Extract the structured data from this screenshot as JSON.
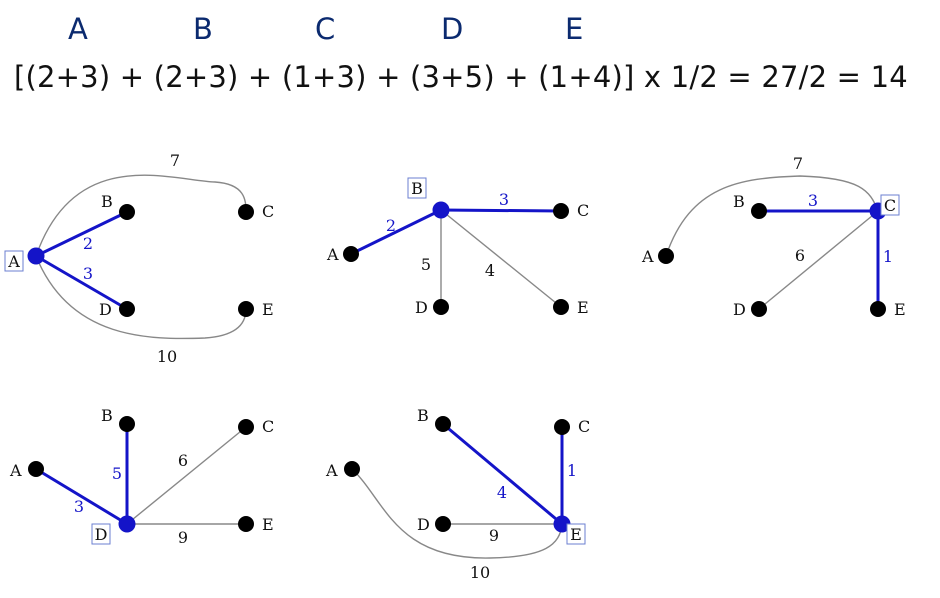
{
  "header": {
    "letters": [
      "A",
      "B",
      "C",
      "D",
      "E"
    ]
  },
  "formula": "[(2+3) + (2+3) + (1+3) + (3+5) + (1+4)] x 1/2 = 27/2 = 14",
  "colors": {
    "highlight": "#1414c8",
    "edge_gray": "#888888",
    "node": "#000000",
    "header_text": "#0b2a6f"
  },
  "graphs": [
    {
      "focus": "A",
      "nodes": [
        "A",
        "B",
        "C",
        "D",
        "E"
      ],
      "edges": [
        {
          "from": "A",
          "to": "B",
          "weight": "2",
          "highlight": true
        },
        {
          "from": "A",
          "to": "D",
          "weight": "3",
          "highlight": true
        },
        {
          "from": "A",
          "to": "C",
          "weight": "7",
          "highlight": false
        },
        {
          "from": "A",
          "to": "E",
          "weight": "10",
          "highlight": false
        }
      ]
    },
    {
      "focus": "B",
      "nodes": [
        "A",
        "B",
        "C",
        "D",
        "E"
      ],
      "edges": [
        {
          "from": "B",
          "to": "A",
          "weight": "2",
          "highlight": true
        },
        {
          "from": "B",
          "to": "C",
          "weight": "3",
          "highlight": true
        },
        {
          "from": "B",
          "to": "D",
          "weight": "5",
          "highlight": false
        },
        {
          "from": "B",
          "to": "E",
          "weight": "4",
          "highlight": false
        }
      ]
    },
    {
      "focus": "C",
      "nodes": [
        "A",
        "B",
        "C",
        "D",
        "E"
      ],
      "edges": [
        {
          "from": "C",
          "to": "B",
          "weight": "3",
          "highlight": true
        },
        {
          "from": "C",
          "to": "E",
          "weight": "1",
          "highlight": true
        },
        {
          "from": "C",
          "to": "A",
          "weight": "7",
          "highlight": false
        },
        {
          "from": "C",
          "to": "D",
          "weight": "6",
          "highlight": false
        }
      ]
    },
    {
      "focus": "D",
      "nodes": [
        "A",
        "B",
        "C",
        "D",
        "E"
      ],
      "edges": [
        {
          "from": "D",
          "to": "A",
          "weight": "3",
          "highlight": true
        },
        {
          "from": "D",
          "to": "B",
          "weight": "5",
          "highlight": true
        },
        {
          "from": "D",
          "to": "C",
          "weight": "6",
          "highlight": false
        },
        {
          "from": "D",
          "to": "E",
          "weight": "9",
          "highlight": false
        }
      ]
    },
    {
      "focus": "E",
      "nodes": [
        "A",
        "B",
        "C",
        "D",
        "E"
      ],
      "edges": [
        {
          "from": "E",
          "to": "B",
          "weight": "4",
          "highlight": true
        },
        {
          "from": "E",
          "to": "C",
          "weight": "1",
          "highlight": true
        },
        {
          "from": "E",
          "to": "D",
          "weight": "9",
          "highlight": false
        },
        {
          "from": "E",
          "to": "A",
          "weight": "10",
          "highlight": false
        }
      ]
    }
  ]
}
